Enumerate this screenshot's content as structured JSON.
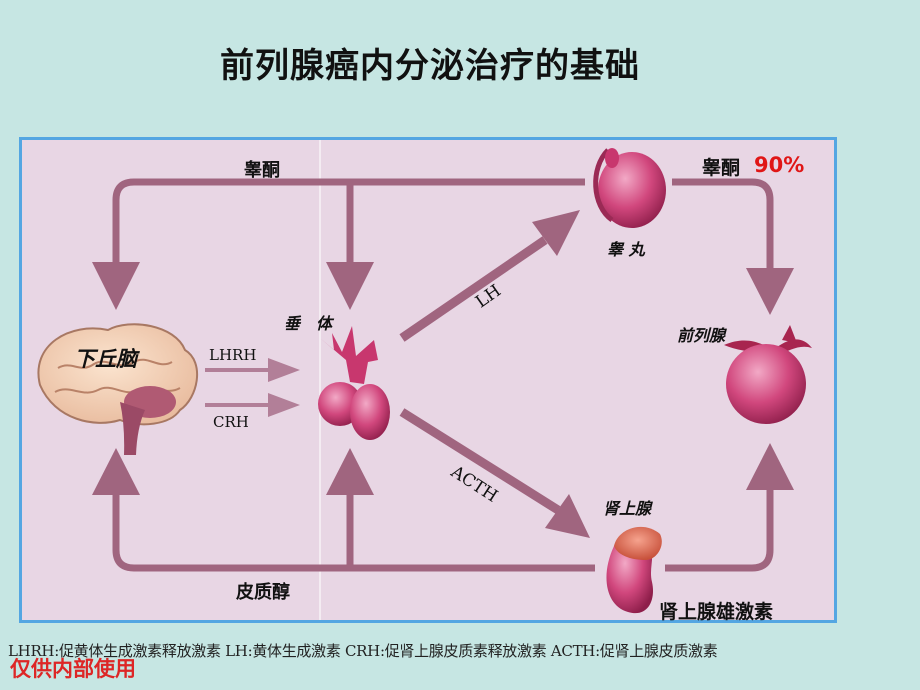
{
  "title": "前列腺癌内分泌治疗的基础",
  "labels": {
    "testosterone_top": "睾酮",
    "testosterone_right": "睾酮",
    "testosterone_right_pct": "90%",
    "testis": "睾 丸",
    "pituitary": "垂　体",
    "hypothalamus": "下丘脑",
    "lhrh": "LHRH",
    "crh": "CRH",
    "lh": "LH",
    "acth": "ACTH",
    "prostate": "前列腺",
    "adrenal": "肾上腺",
    "cortisol": "皮质醇",
    "adrenal_androgen": "肾上腺雄激素"
  },
  "footer": "LHRH:促黄体生成激素释放激素 LH:黄体生成激素 CRH:促肾上腺皮质素释放激素 ACTH:促肾上腺皮质激素",
  "watermark": "仅供内部使用",
  "colors": {
    "background": "#c6e6e3",
    "panel": "#e8d6e4",
    "panel_border": "#54a6e2",
    "arrow": "#a0657f",
    "organ": "#c8376e",
    "highlight": "#e01616"
  }
}
